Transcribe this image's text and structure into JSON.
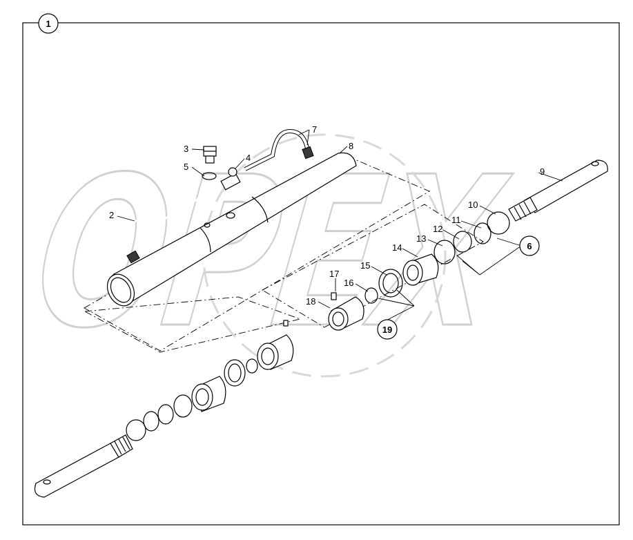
{
  "diagram": {
    "group_callout": "1",
    "watermark_text": "OPEX",
    "corner_mark": "",
    "part_labels": [
      {
        "id": "2",
        "text": "2"
      },
      {
        "id": "3",
        "text": "3"
      },
      {
        "id": "4",
        "text": "4"
      },
      {
        "id": "5",
        "text": "5"
      },
      {
        "id": "7",
        "text": "7"
      },
      {
        "id": "8",
        "text": "8"
      },
      {
        "id": "9",
        "text": "9"
      },
      {
        "id": "10",
        "text": "10"
      },
      {
        "id": "11",
        "text": "11"
      },
      {
        "id": "12",
        "text": "12"
      },
      {
        "id": "13",
        "text": "13"
      },
      {
        "id": "14",
        "text": "14"
      },
      {
        "id": "15",
        "text": "15"
      },
      {
        "id": "16",
        "text": "16"
      },
      {
        "id": "17",
        "text": "17"
      },
      {
        "id": "18",
        "text": "18"
      }
    ],
    "kit_callouts": [
      {
        "id": "6",
        "text": "6"
      },
      {
        "id": "19",
        "text": "19"
      }
    ]
  }
}
